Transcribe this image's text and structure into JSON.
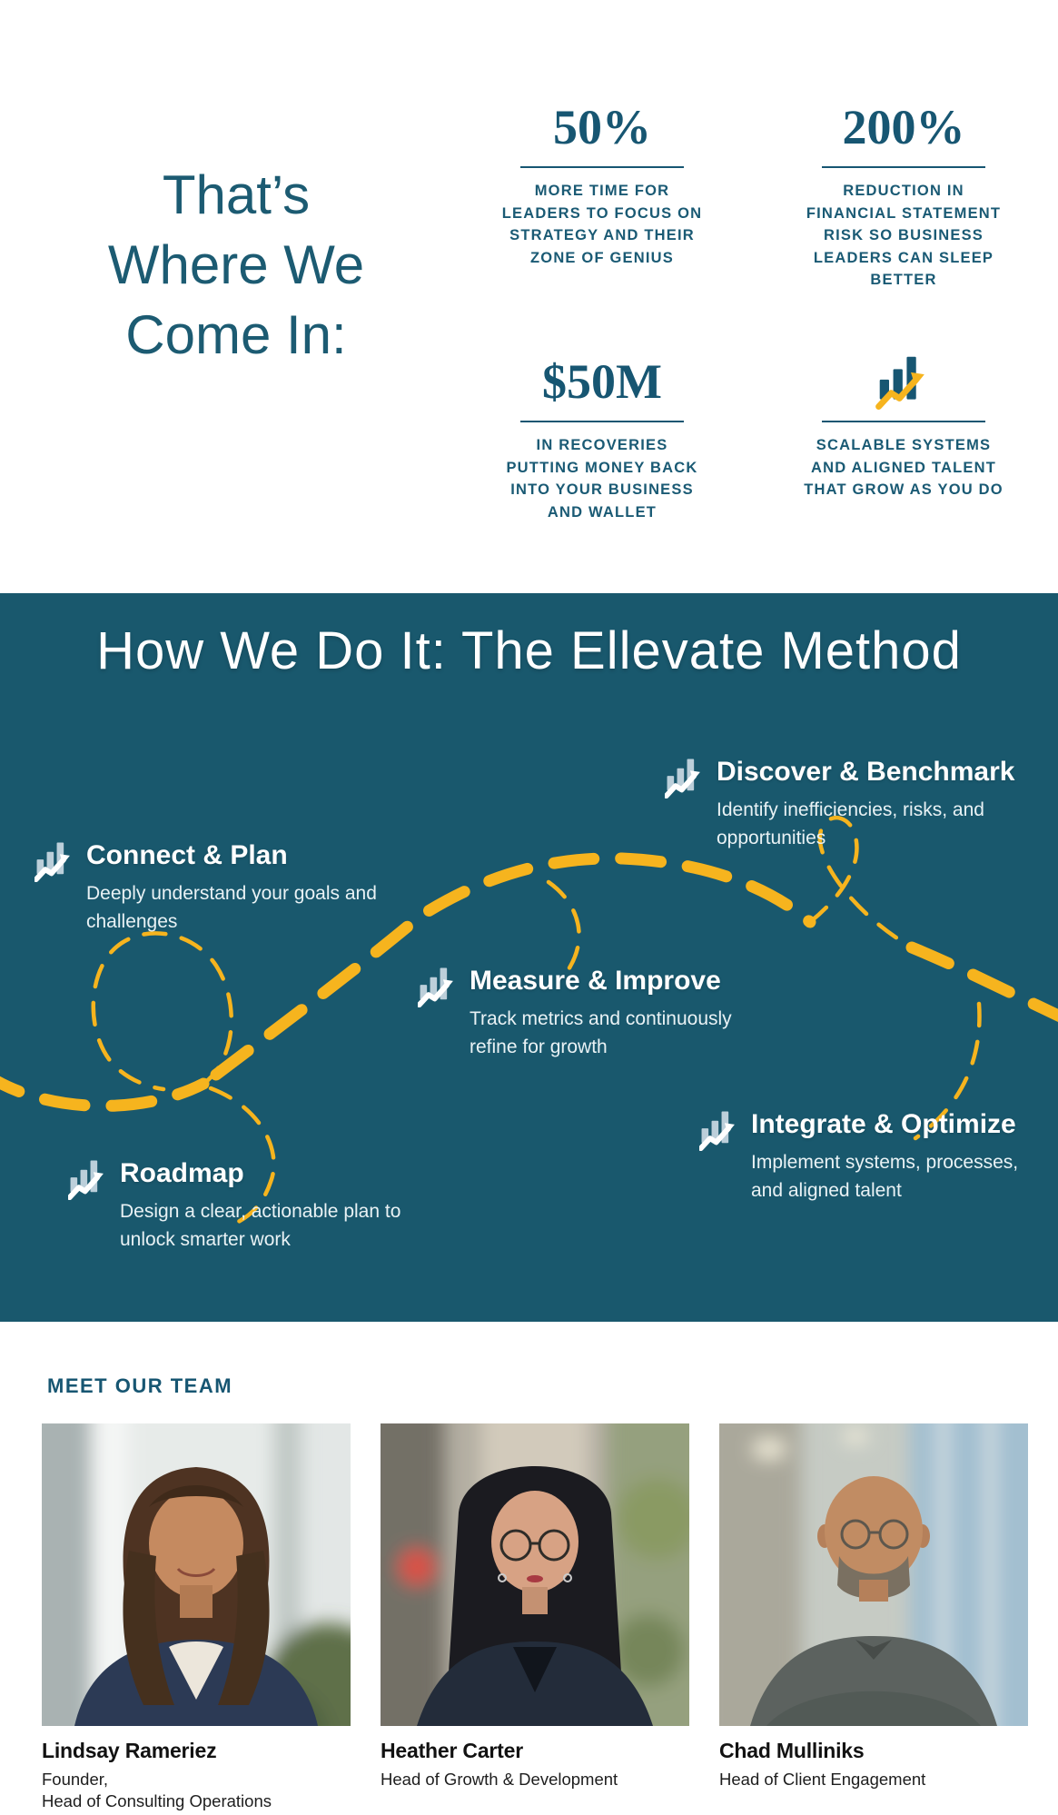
{
  "brand_colors": {
    "teal_background": "#19586D",
    "teal_text": "#1C5B72",
    "accent_yellow": "#F6B41E"
  },
  "intro": {
    "heading": "That’s\nWhere We\nCome In:"
  },
  "stats": [
    {
      "value": "50%",
      "label": "MORE TIME FOR LEADERS TO FOCUS ON STRATEGY AND THEIR ZONE OF GENIUS"
    },
    {
      "value": "200%",
      "label": "REDUCTION IN FINANCIAL STATEMENT RISK SO BUSINESS LEADERS CAN SLEEP BETTER"
    },
    {
      "value": "$50M",
      "label": "IN RECOVERIES PUTTING MONEY BACK INTO YOUR BUSINESS AND WALLET"
    },
    {
      "value": "",
      "icon": "growth-chart-icon",
      "label": "SCALABLE SYSTEMS AND ALIGNED TALENT THAT GROW AS YOU DO"
    }
  ],
  "method": {
    "heading": "How We Do It: The Ellevate Method",
    "steps": [
      {
        "title": "Connect & Plan",
        "description": "Deeply understand your goals and challenges"
      },
      {
        "title": "Discover & Benchmark",
        "description": "Identify inefficiencies, risks, and opportunities"
      },
      {
        "title": "Measure & Improve",
        "description": "Track metrics and continuously refine for growth"
      },
      {
        "title": "Roadmap",
        "description": "Design a clear, actionable plan to unlock smarter work"
      },
      {
        "title": "Integrate & Optimize",
        "description": "Implement systems, processes, and aligned talent"
      }
    ]
  },
  "team": {
    "heading": "MEET OUR TEAM",
    "members": [
      {
        "name": "Lindsay Rameriez",
        "title": "Founder,\nHead of Consulting Operations"
      },
      {
        "name": "Heather Carter",
        "title": "Head of Growth & Development"
      },
      {
        "name": "Chad Mulliniks",
        "title": "Head of Client Engagement"
      }
    ]
  }
}
